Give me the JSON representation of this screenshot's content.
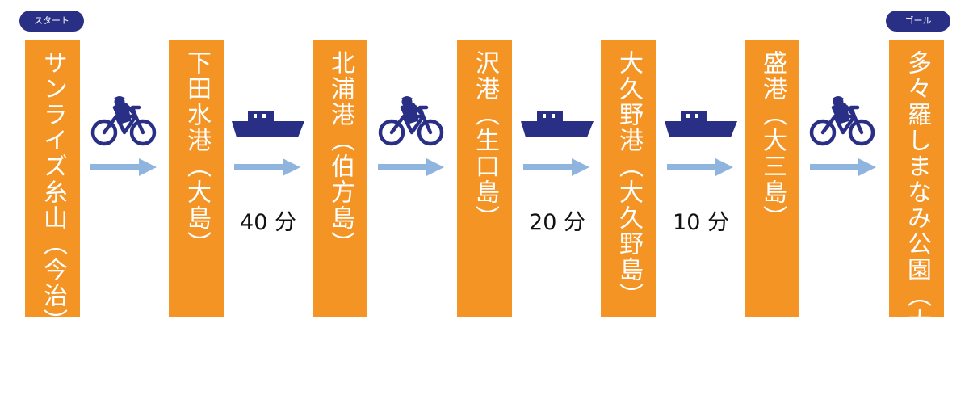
{
  "badges": {
    "start": "スタート",
    "goal": "ゴール"
  },
  "stops": [
    "サンライズ糸山（今治）",
    "下田水港（大島）",
    "北浦港（伯方島）",
    "沢港（生口島）",
    "大久野港（大久野島）",
    "盛港（大三島）",
    "多々羅しまなみ公園（大三島）"
  ],
  "legs": [
    {
      "mode": "bicycle-icon",
      "duration": ""
    },
    {
      "mode": "ferry-icon",
      "duration": "40 分"
    },
    {
      "mode": "bicycle-icon",
      "duration": ""
    },
    {
      "mode": "ferry-icon",
      "duration": "20 分"
    },
    {
      "mode": "ferry-icon",
      "duration": "10 分"
    },
    {
      "mode": "bicycle-icon",
      "duration": ""
    }
  ],
  "colors": {
    "stop": "#f39424",
    "badge": "#2a2f86",
    "icon": "#2a2f86",
    "arrow": "#8fb4de"
  }
}
